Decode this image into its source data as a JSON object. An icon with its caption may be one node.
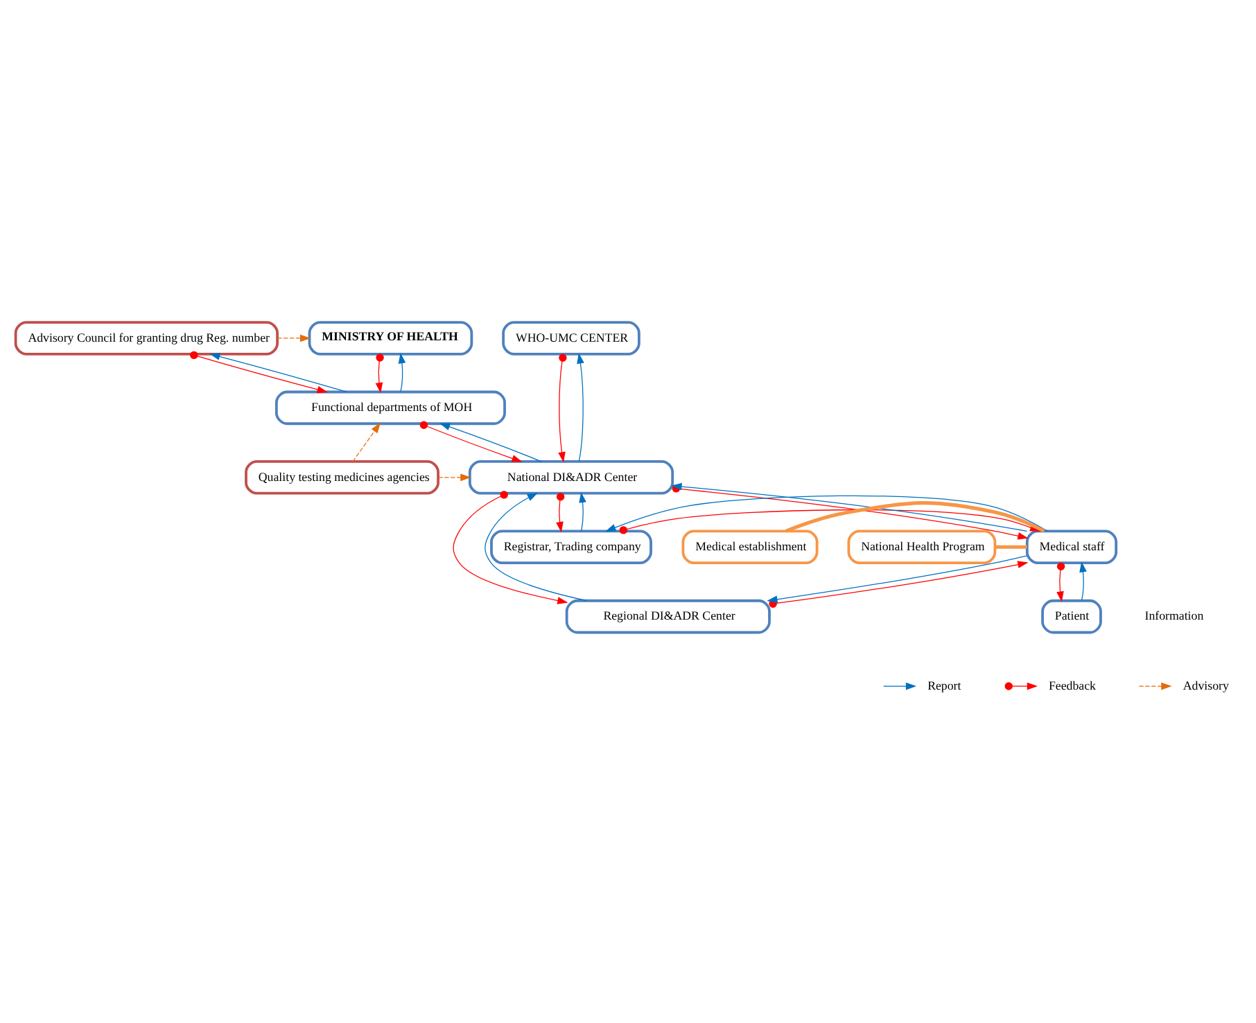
{
  "diagram": {
    "nodes": [
      {
        "text": [
          "Advisory Council for granting drug Reg. number"
        ]
      },
      {
        "text": [
          "MINISTRY OF HEALTH"
        ]
      },
      {
        "text": [
          "WHO-UMC CENTER"
        ]
      },
      {
        "text": [
          "Functional departments of MOH"
        ]
      },
      {
        "text": [
          "Quality testing medicines agencies"
        ]
      },
      {
        "text": [
          "National DI&ADR Center"
        ]
      },
      {
        "text": [
          "Regional DI&ADR Center"
        ]
      },
      {
        "text": [
          "Registrar, Trading company"
        ]
      },
      {
        "text": [
          "Medical staff"
        ]
      },
      {
        "text": [
          "Medical establishment"
        ]
      },
      {
        "text": [
          "National Health Program"
        ]
      },
      {
        "text": [
          "Patient"
        ]
      }
    ],
    "edges": [
      {
        "from": 0,
        "to": 1,
        "arrow": "to",
        "style": "dashed",
        "color": "#e36c09"
      },
      {
        "from": 3,
        "to": 0,
        "arrow": "to",
        "color": "#0070c0"
      },
      {
        "from": 0,
        "to": 3,
        "arrow": "to",
        "color": "#ff0000"
      },
      {
        "from": 3,
        "to": 1,
        "arrow": "to",
        "color": "#0070c0"
      },
      {
        "from": 1,
        "to": 3,
        "arrow": "to",
        "color": "#ff0000"
      },
      {
        "from": 4,
        "to": 3,
        "arrow": "to",
        "style": "dashed",
        "color": "#e36c09"
      },
      {
        "from": 4,
        "to": 5,
        "arrow": "to",
        "style": "dashed",
        "color": "#e36c09"
      },
      {
        "from": 5,
        "to": 3,
        "arrow": "to",
        "color": "#0070c0"
      },
      {
        "from": 3,
        "to": 5,
        "arrow": "to",
        "color": "#ff0000"
      },
      {
        "from": 5,
        "to": 2,
        "arrow": "to",
        "color": "#0070c0"
      },
      {
        "from": 2,
        "to": 5,
        "arrow": "to",
        "color": "#ff0000"
      },
      {
        "from": 6,
        "to": 5,
        "arrow": "to",
        "color": "#0070c0"
      },
      {
        "from": 5,
        "to": 6,
        "arrow": "to",
        "color": "#ff0000"
      },
      {
        "from": 8,
        "to": 6,
        "arrow": "to",
        "color": "#0070c0"
      },
      {
        "from": 6,
        "to": 8,
        "arrow": "to",
        "color": "#ff0000"
      },
      {
        "from": 8,
        "to": 5,
        "arrow": "to",
        "color": "#0070c0"
      },
      {
        "from": 5,
        "to": 8,
        "arrow": "to",
        "color": "#ff0000"
      },
      {
        "from": 7,
        "to": 5,
        "arrow": "to",
        "color": "#0070c0"
      },
      {
        "from": 5,
        "to": 7,
        "arrow": "to",
        "color": "#ff0000"
      },
      {
        "from": 7,
        "to": 8,
        "arrow": "to",
        "color": "#ff0000"
      },
      {
        "from": 8,
        "to": 7,
        "arrow": "to",
        "color": "#0070c0"
      },
      {
        "from": 11,
        "to": 8,
        "arrow": "to",
        "color": "#0070c0"
      },
      {
        "from": 8,
        "to": 11,
        "arrow": "to",
        "color": "#ff0000"
      },
      {
        "from": 9,
        "to": 8,
        "arrow": "none",
        "style": "thick",
        "color": "#f79646"
      },
      {
        "from": 10,
        "to": 8,
        "arrow": "none",
        "style": "thick",
        "color": "#f79646"
      }
    ],
    "labels": [
      "Information"
    ],
    "legend": [
      {
        "text": "Report"
      },
      {
        "text": "Feedback"
      },
      {
        "text": "Advisory"
      }
    ]
  }
}
